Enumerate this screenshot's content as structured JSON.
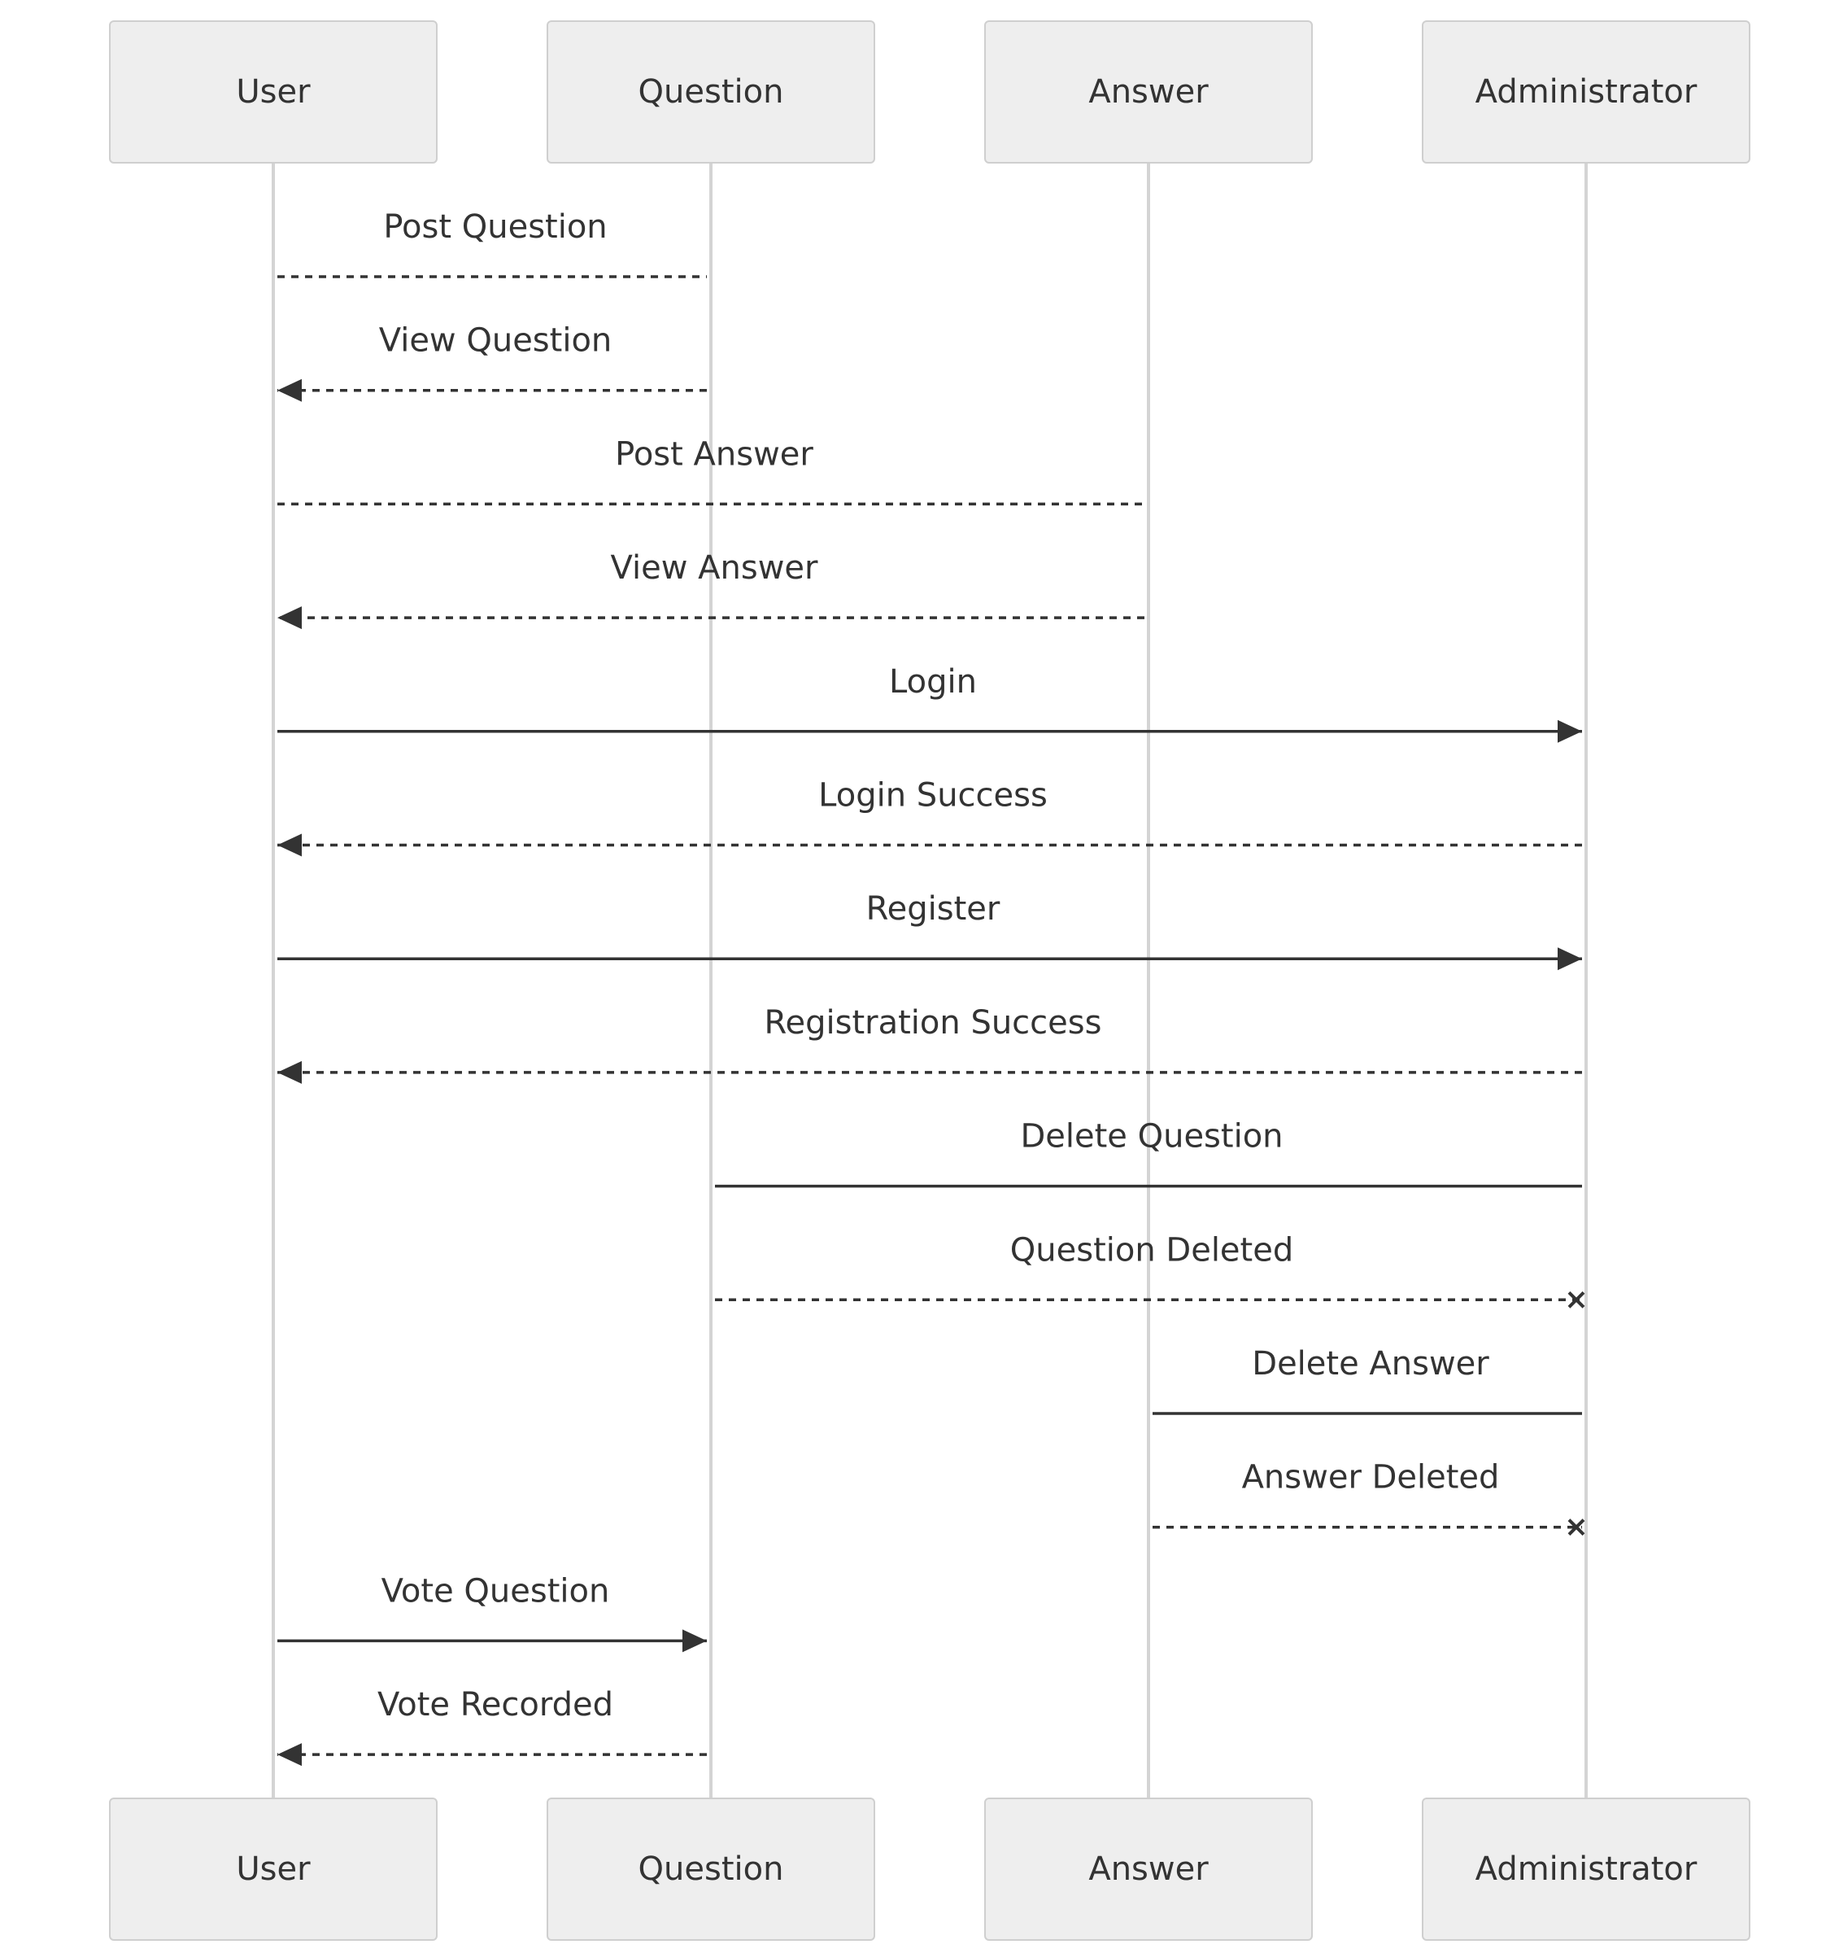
{
  "diagram": {
    "participants": [
      {
        "id": "user",
        "label": "User"
      },
      {
        "id": "question",
        "label": "Question"
      },
      {
        "id": "answer",
        "label": "Answer"
      },
      {
        "id": "admin",
        "label": "Administrator"
      }
    ],
    "messages": [
      {
        "from": "user",
        "to": "question",
        "label": "Post Question",
        "style": "dashed",
        "head": "none"
      },
      {
        "from": "question",
        "to": "user",
        "label": "View Question",
        "style": "dashed",
        "head": "arrow"
      },
      {
        "from": "user",
        "to": "answer",
        "label": "Post Answer",
        "style": "dashed",
        "head": "none"
      },
      {
        "from": "answer",
        "to": "user",
        "label": "View Answer",
        "style": "dashed",
        "head": "arrow"
      },
      {
        "from": "user",
        "to": "admin",
        "label": "Login",
        "style": "solid",
        "head": "arrow"
      },
      {
        "from": "admin",
        "to": "user",
        "label": "Login Success",
        "style": "dashed",
        "head": "arrow"
      },
      {
        "from": "user",
        "to": "admin",
        "label": "Register",
        "style": "solid",
        "head": "arrow"
      },
      {
        "from": "admin",
        "to": "user",
        "label": "Registration Success",
        "style": "dashed",
        "head": "arrow"
      },
      {
        "from": "admin",
        "to": "question",
        "label": "Delete Question",
        "style": "solid",
        "head": "none"
      },
      {
        "from": "question",
        "to": "admin",
        "label": "Question Deleted",
        "style": "dashed",
        "head": "cross"
      },
      {
        "from": "admin",
        "to": "answer",
        "label": "Delete Answer",
        "style": "solid",
        "head": "none"
      },
      {
        "from": "answer",
        "to": "admin",
        "label": "Answer Deleted",
        "style": "dashed",
        "head": "cross"
      },
      {
        "from": "user",
        "to": "question",
        "label": "Vote Question",
        "style": "solid",
        "head": "arrow"
      },
      {
        "from": "question",
        "to": "user",
        "label": "Vote Recorded",
        "style": "dashed",
        "head": "arrow"
      }
    ]
  }
}
